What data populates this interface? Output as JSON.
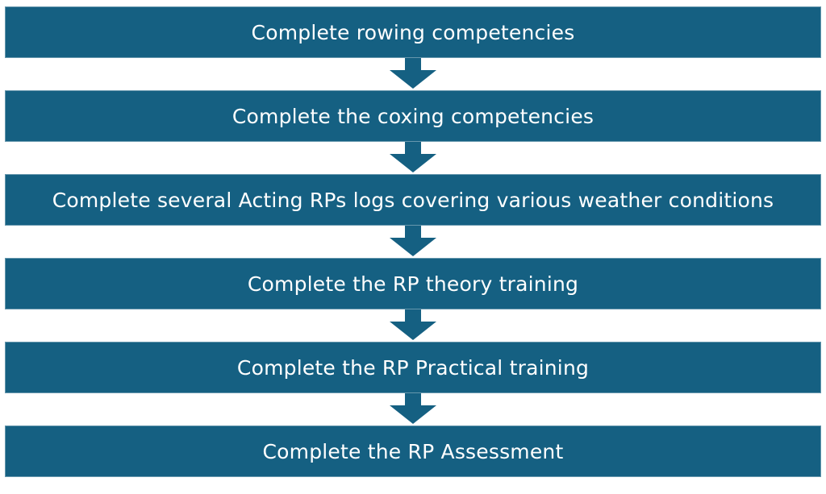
{
  "diagram": {
    "type": "process-flow",
    "accent_color": "#156082",
    "text_color": "#FFFFFF",
    "background_color": "#FFFFFF",
    "arrow_icon": "down-block-arrow",
    "steps": [
      {
        "label": "Complete rowing competencies"
      },
      {
        "label": "Complete the coxing competencies"
      },
      {
        "label": "Complete several Acting RPs logs covering various weather conditions"
      },
      {
        "label": "Complete the RP theory training"
      },
      {
        "label": "Complete the RP Practical training"
      },
      {
        "label": "Complete the RP Assessment"
      }
    ]
  }
}
